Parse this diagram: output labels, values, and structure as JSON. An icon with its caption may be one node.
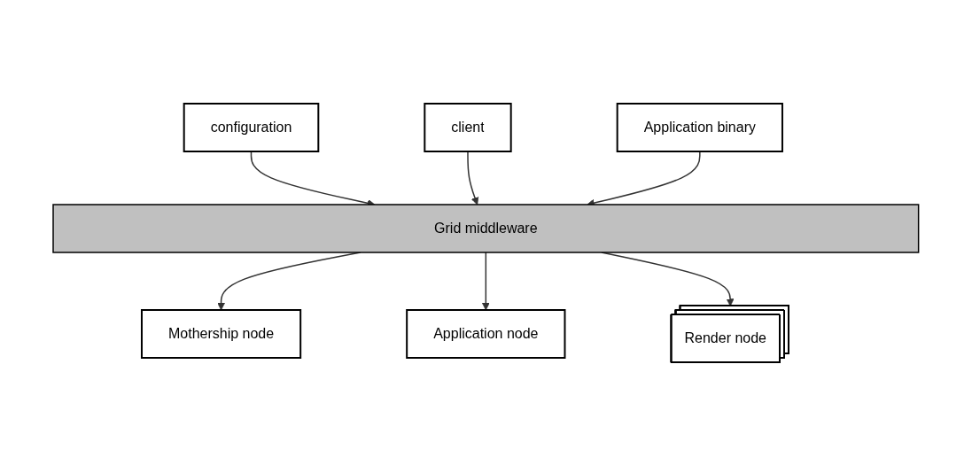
{
  "diagram": {
    "nodes": [
      {
        "text": [
          "configuration"
        ]
      },
      {
        "text": [
          "client"
        ]
      },
      {
        "text": [
          "Application binary"
        ]
      },
      {
        "text": [
          "Grid middleware"
        ]
      },
      {
        "text": [
          "Mothership node"
        ]
      },
      {
        "text": [
          "Application node"
        ]
      },
      {
        "text": [
          "Render node"
        ]
      }
    ],
    "edges": [
      {
        "from": 0,
        "to": 3,
        "arrow": "to"
      },
      {
        "from": 1,
        "to": 3,
        "arrow": "to"
      },
      {
        "from": 2,
        "to": 3,
        "arrow": "to"
      },
      {
        "from": 3,
        "to": 4,
        "arrow": "to"
      },
      {
        "from": 3,
        "to": 5,
        "arrow": "to"
      },
      {
        "from": 3,
        "to": 6,
        "arrow": "to"
      }
    ]
  }
}
